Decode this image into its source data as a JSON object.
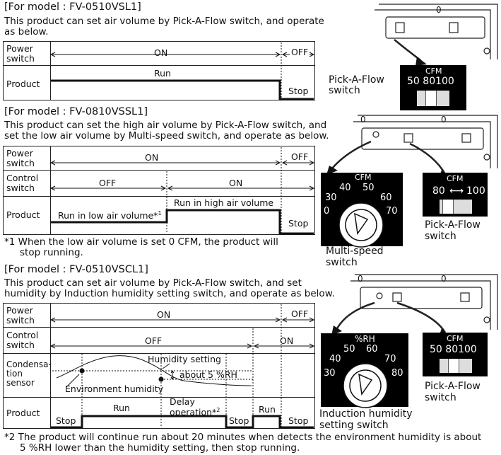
{
  "section1": {
    "header": "[For model : FV-0510VSL1]",
    "desc_line1": "This product can set air volume by Pick-A-Flow switch, and operate",
    "desc_line2": "as below.",
    "rows": {
      "power": [
        "Power",
        "switch"
      ],
      "product": "Product"
    },
    "on": "ON",
    "off": "OFF",
    "run": "Run",
    "stop": "Stop"
  },
  "section2": {
    "header": "[For model : FV-0810VSSL1]",
    "desc_line1": "This product can set the high air volume by Pick-A-Flow switch, and",
    "desc_line2": "set the low air volume by Multi-speed switch, and operate as below.",
    "rows": {
      "power": [
        "Power",
        "switch"
      ],
      "control": [
        "Control",
        "switch"
      ],
      "product": "Product"
    },
    "on": "ON",
    "off": "OFF",
    "ctrl_off": "OFF",
    "ctrl_on": "ON",
    "run_low": "Run in low air volume*",
    "run_low_mark": "1",
    "run_high": "Run in high air volume",
    "stop": "Stop",
    "note_mark": "*1",
    "note_line1": "When the low air volume is set 0 CFM, the product will",
    "note_line2": "stop running."
  },
  "section3": {
    "header": "[For model : FV-0510VSCL1]",
    "desc_line1": "This product can set air volume by Pick-A-Flow switch, and set",
    "desc_line2": "humidity by Induction humidity setting switch, and operate as below.",
    "rows": {
      "power": [
        "Power",
        "switch"
      ],
      "control": [
        "Control",
        "switch"
      ],
      "sensor": [
        "Condensa-",
        "tion",
        "sensor"
      ],
      "product": "Product"
    },
    "on": "ON",
    "off": "OFF",
    "ctrl_off": "OFF",
    "ctrl_on": "ON",
    "humidity_setting": "Humidity setting",
    "about": "about 5 %RH",
    "environment_humidity": "Environment humidity",
    "stop": "Stop",
    "run": "Run",
    "delay_line1": "Delay",
    "delay_line2": "operation*",
    "delay_mark": "2",
    "note_mark": "*2",
    "note_line1": "The product will continue run about 20 minutes when detects the environment humidity is about",
    "note_line2": "5 %RH lower than the humidity setting, then stop running."
  },
  "figures": {
    "zero": "0",
    "pickaflow_label": [
      "Pick-A-Flow",
      "switch"
    ],
    "cfm": "CFM",
    "cfm_values": [
      "50",
      "80",
      "100"
    ],
    "multispeed_label": [
      "Multi-speed",
      "switch"
    ],
    "ms_values": [
      "0",
      "30",
      "40",
      "50",
      "60",
      "70"
    ],
    "cfm2_values": [
      "80",
      "100"
    ],
    "rh": "%RH",
    "rh_values": [
      "30",
      "40",
      "50",
      "60",
      "70",
      "80"
    ],
    "induction_label": [
      "Induction humidity",
      "setting switch"
    ]
  }
}
